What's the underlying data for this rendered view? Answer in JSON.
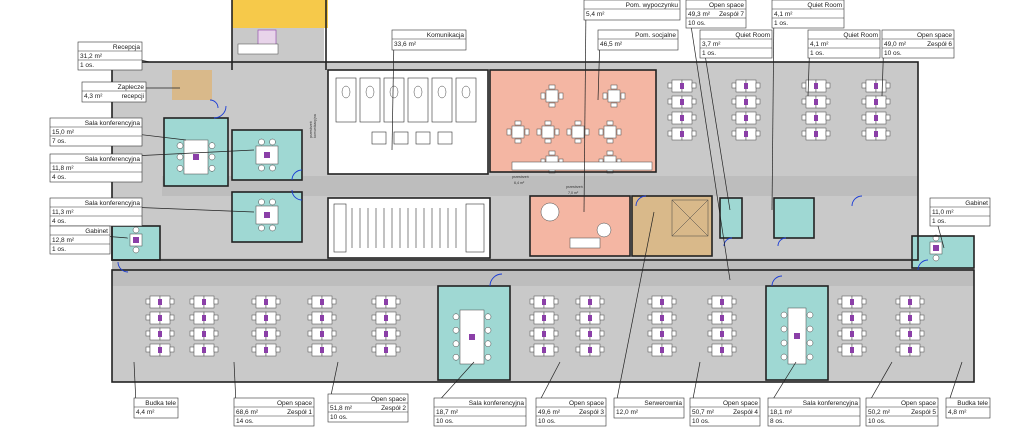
{
  "colors": {
    "floor": "#c9c9c9",
    "corridor": "#bdbdbd",
    "conference": "#9fd8d3",
    "social": "#f4b6a3",
    "yellow": "#f6c94a",
    "storage": "#d9b98a",
    "wall": "#222222",
    "door": "#1a3cd6",
    "computer": "#8b3fa8"
  },
  "labels": [
    {
      "id": "recepcja",
      "l1a": "",
      "l1b": "Recepcja",
      "l2": "31,2  m²",
      "l3": "1 os."
    },
    {
      "id": "zaplecze",
      "l1a": "",
      "l1b": "Zaplecze",
      "l2": "4,3   m²",
      "l2b": "recepcji",
      "l3": ""
    },
    {
      "id": "sala-konf-1",
      "l1a": "",
      "l1b": "Sala konferencyjna",
      "l2": "15,0  m²",
      "l3": "7 os."
    },
    {
      "id": "sala-konf-2",
      "l1a": "",
      "l1b": "Sala konferencyjna",
      "l2": "11,8  m²",
      "l3": "4 os."
    },
    {
      "id": "sala-konf-3",
      "l1a": "",
      "l1b": "Sala konferencyjna",
      "l2": "11,3  m²",
      "l3": "4 os."
    },
    {
      "id": "gabinet-left",
      "l1a": "",
      "l1b": "Gabinet",
      "l2": "12,8  m²",
      "l3": "1 os."
    },
    {
      "id": "komunikacja",
      "l1a": "",
      "l1b": "Komunikacja",
      "l2": "33,6 m²",
      "l3": ""
    },
    {
      "id": "pom-socjalne",
      "l1a": "",
      "l1b": "Pom. socjalne",
      "l2": "46,5  m²",
      "l3": ""
    },
    {
      "id": "pom-wypoczynku",
      "l1a": "",
      "l1b": "Pom. wypoczynku",
      "l2": "5,4  m²",
      "l3": ""
    },
    {
      "id": "open-space-7",
      "l1a": "",
      "l1b": "Open space",
      "l2": "49,3  m²",
      "l2b": "Zespół 7",
      "l3": "10 os."
    },
    {
      "id": "quiet-room-1",
      "l1a": "",
      "l1b": "Quiet Room",
      "l2": "4,1   m²",
      "l3": "1 os."
    },
    {
      "id": "quiet-room-2",
      "l1a": "",
      "l1b": "Quiet Room",
      "l2": "3,7   m²",
      "l3": "1 os."
    },
    {
      "id": "quiet-room-3",
      "l1a": "",
      "l1b": "Quiet Room",
      "l2": "4,1   m²",
      "l3": "1 os."
    },
    {
      "id": "open-space-6",
      "l1a": "",
      "l1b": "Open space",
      "l2": "49,0  m²",
      "l2b": "Zespół 6",
      "l3": "10 os."
    },
    {
      "id": "gabinet-right",
      "l1a": "",
      "l1b": "Gabinet",
      "l2": "11,0  m²",
      "l3": "1 os."
    },
    {
      "id": "budka-1",
      "l1a": "",
      "l1b": "Budka tele",
      "l2": "4,4   m²",
      "l3": ""
    },
    {
      "id": "open-space-1",
      "l1a": "",
      "l1b": "Open space",
      "l2": "68,6  m²",
      "l2b": "Zespół 1",
      "l3": "14 os."
    },
    {
      "id": "open-space-2",
      "l1a": "",
      "l1b": "Open space",
      "l2": "51,8  m²",
      "l2b": "Zespół 2",
      "l3": "10 os."
    },
    {
      "id": "sala-konf-4",
      "l1a": "",
      "l1b": "Sala konferencyjna",
      "l2": "18,7  m²",
      "l3": "10 os."
    },
    {
      "id": "open-space-3",
      "l1a": "",
      "l1b": "Open space",
      "l2": "49,6  m²",
      "l2b": "Zespół 3",
      "l3": "10 os."
    },
    {
      "id": "serwerownia",
      "l1a": "",
      "l1b": "Serwerownia",
      "l2": "12,0  m²",
      "l3": ""
    },
    {
      "id": "open-space-4",
      "l1a": "",
      "l1b": "Open space",
      "l2": "50,7  m²",
      "l2b": "Zespół 4",
      "l3": "10 os."
    },
    {
      "id": "sala-konf-5",
      "l1a": "",
      "l1b": "Sala konferencyjna",
      "l2": "18,1  m²",
      "l3": "8 os."
    },
    {
      "id": "open-space-5",
      "l1a": "",
      "l1b": "Open space",
      "l2": "50,2  m²",
      "l2b": "Zespół 5",
      "l3": "10 os."
    },
    {
      "id": "budka-2",
      "l1a": "",
      "l1b": "Budka tele",
      "l2": "4,8   m²",
      "l3": ""
    }
  ],
  "annotations": {
    "przestrzen_left": "przestrzeń",
    "przestrzen_left2": "komunikacyjna",
    "przestrzen_mid": "przestrzeń",
    "przestrzen_mid2": "6,4 m²",
    "przestrzen_right": "przestrzeń",
    "przestrzen_right2": "7,0 m²"
  }
}
